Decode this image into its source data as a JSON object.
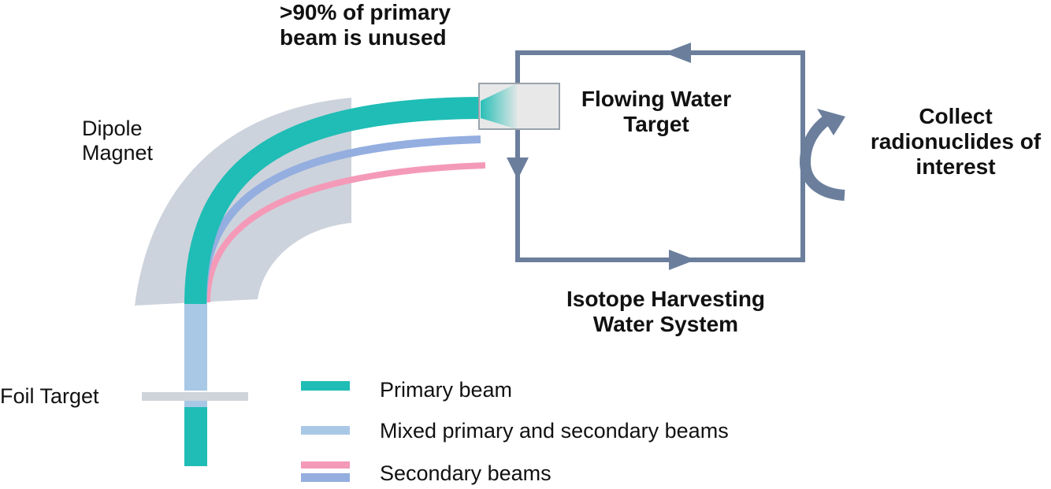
{
  "annotations": {
    "unused_line1": ">90% of primary",
    "unused_line2": "beam is unused",
    "dipole_line1": "Dipole",
    "dipole_line2": "Magnet",
    "foil_target": "Foil Target",
    "flowing_line1": "Flowing Water",
    "flowing_line2": "Target",
    "collect_line1": "Collect",
    "collect_line2": "radionuclides of",
    "collect_line3": "interest",
    "harvest_line1": "Isotope Harvesting",
    "harvest_line2": "Water System"
  },
  "legend": {
    "primary": "Primary beam",
    "mixed": "Mixed primary and secondary beams",
    "secondary": "Secondary beams"
  },
  "colors": {
    "primary_beam": "#1fbdb5",
    "mixed_beam": "#a8c8e6",
    "secondary_pink": "#f49ab8",
    "secondary_blue": "#94aee0",
    "magnet": "#cdd3dc",
    "foil": "#cfd4db",
    "water_loop": "#6b7f9c",
    "target_box": "#e8e8e8"
  }
}
